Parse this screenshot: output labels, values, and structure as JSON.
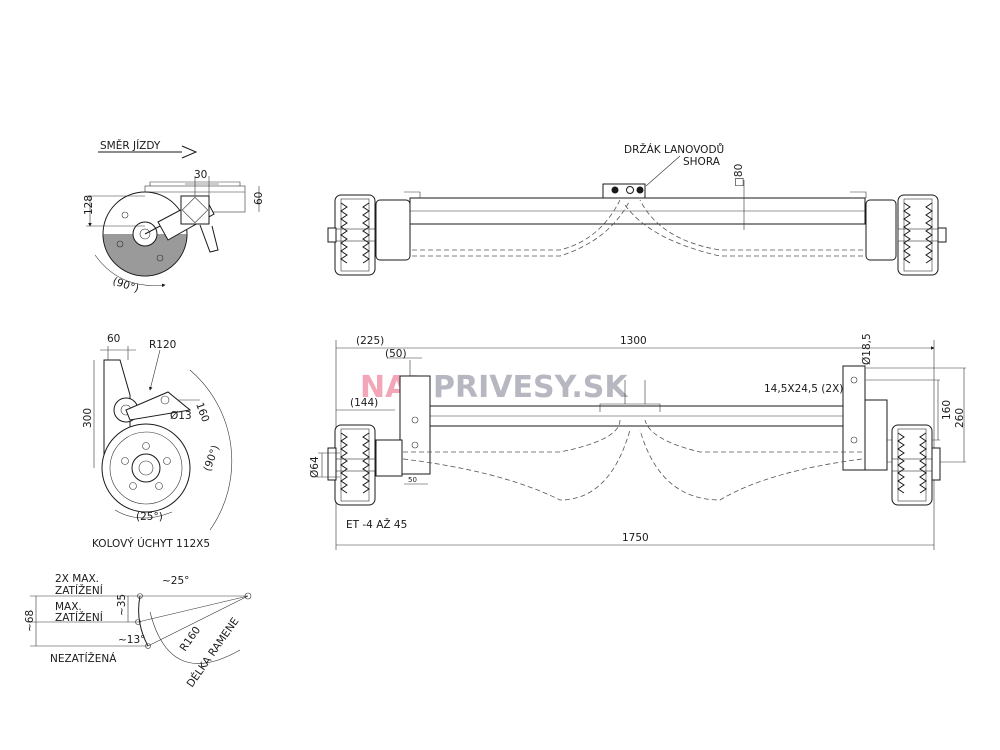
{
  "labels": {
    "direction": "SMĚR JÍZDY",
    "cable_holder_1": "DRŽÁK LANOVODŮ",
    "cable_holder_2": "SHORA",
    "wheel_mount": "KOLOVÝ ÚCHYT 112X5",
    "max_load_1": "2X MAX.",
    "max_load_2": "ZATÍŽENÍ",
    "max_1": "MAX.",
    "max_2": "ZATÍŽENÍ",
    "unloaded": "NEZATÍŽENÁ",
    "arm_length": "DÉLKA RAMENE",
    "et": "ET -4  AŽ 45",
    "slot": "14,5X24,5 (2X)"
  },
  "watermark": {
    "part1": "NAJ",
    "part2": "PRIVESY.SK",
    "color1": "#f2a6b8",
    "color2": "#b7b7c2"
  },
  "dims": {
    "d30": "30",
    "d128": "128",
    "d60": "60",
    "d90a": "(90°)",
    "d60b": "60",
    "r120": "R120",
    "d300": "300",
    "d13": "Ø13",
    "d160a": "160",
    "d90b": "(90°)",
    "d25": "(25°)",
    "s80": "□80",
    "d225": "(225)",
    "d50": "(50)",
    "d1300": "1300",
    "d185": "Ø18,5",
    "d144": "(144)",
    "d64": "Ø64",
    "d160b": "160",
    "d260": "260",
    "d1750": "1750",
    "d50s": "50",
    "a25": "~25°",
    "a35": "~35",
    "a68": "~68",
    "a13": "~13°",
    "r160": "R160"
  }
}
